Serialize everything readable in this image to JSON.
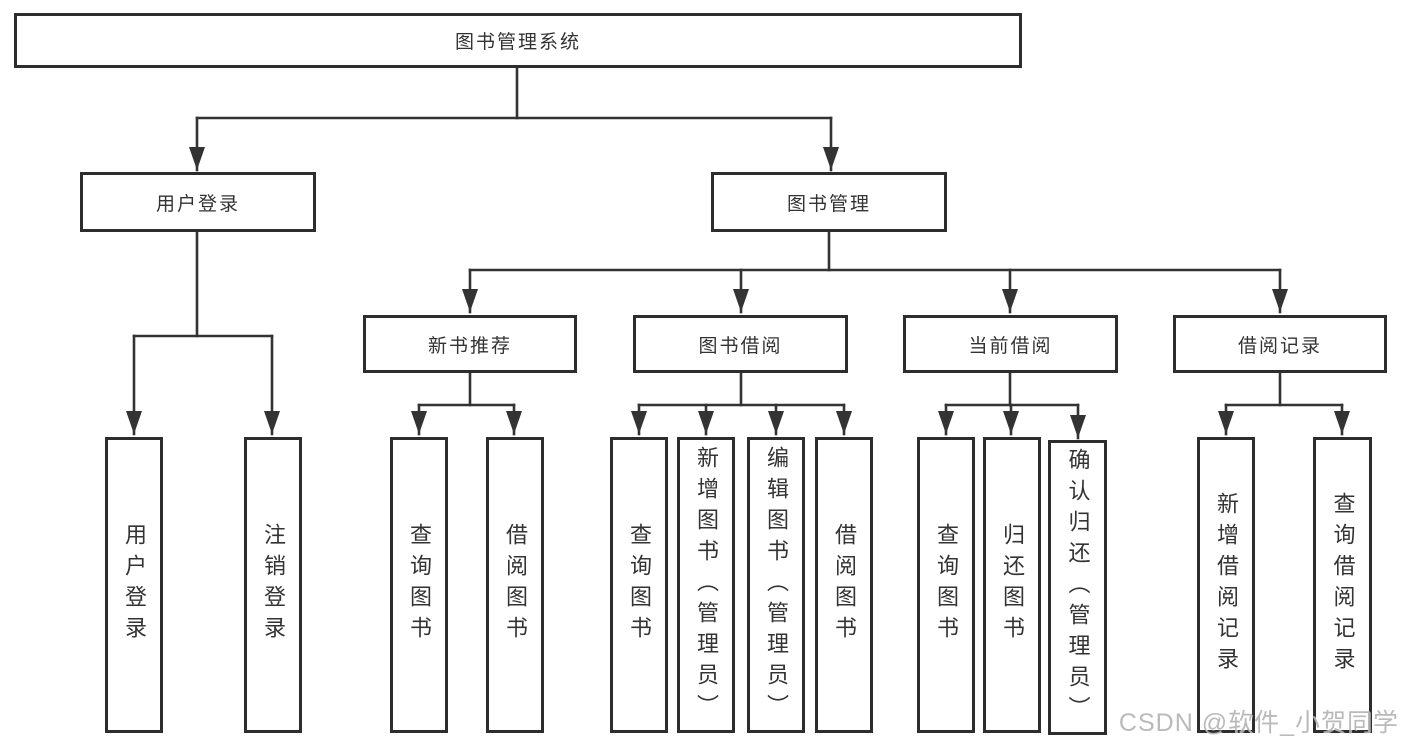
{
  "diagram": {
    "root_label": "图书管理系统",
    "tree": {
      "user_login": {
        "label": "用户登录",
        "children": [
          "用户登录",
          "注销登录"
        ]
      },
      "book_management": {
        "label": "图书管理",
        "sections": {
          "new_book_recommend": {
            "label": "新书推荐",
            "children": [
              "查询图书",
              "借阅图书"
            ]
          },
          "book_borrowing": {
            "label": "图书借阅",
            "children": [
              "查询图书",
              "新增图书（管理员）",
              "编辑图书（管理员）",
              "借阅图书"
            ]
          },
          "current_borrowing": {
            "label": "当前借阅",
            "children": [
              "查询图书",
              "归还图书",
              "确认归还（管理员）"
            ]
          },
          "borrowing_records": {
            "label": "借阅记录",
            "children": [
              "新增借阅记录",
              "查询借阅记录"
            ]
          }
        }
      }
    }
  },
  "watermark": {
    "text": "CSDN @软件_小贺同学"
  },
  "colors": {
    "line": "#333333",
    "box_border": "#2d2d2d",
    "text": "#333333",
    "watermark": "#b5b5b5",
    "background": "#ffffff"
  }
}
